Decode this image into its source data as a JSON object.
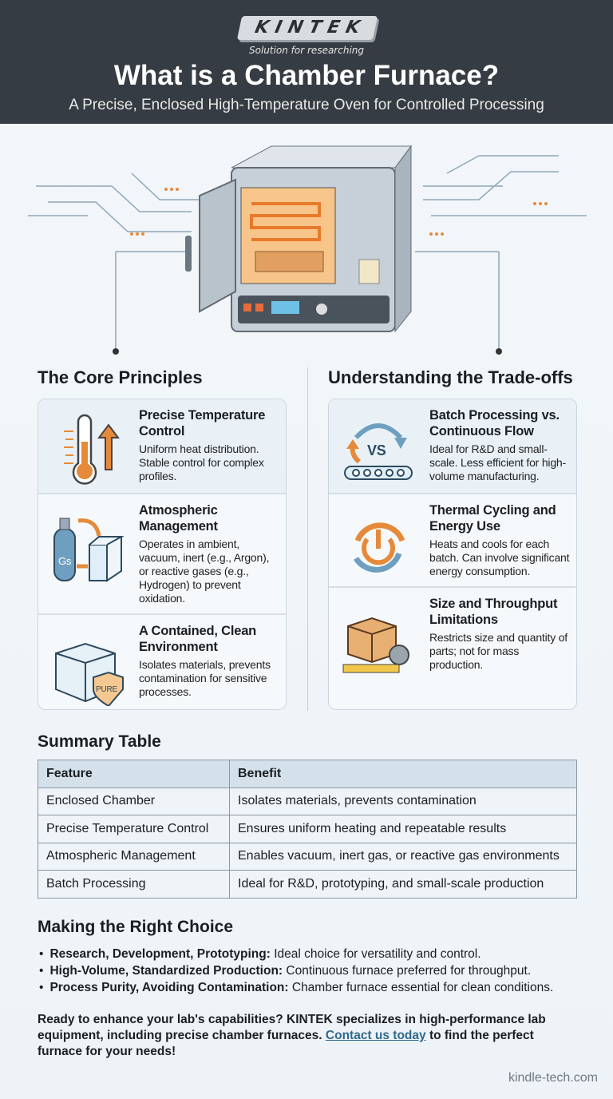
{
  "header": {
    "logo": "KINTEK",
    "tagline": "Solution for researching",
    "title": "What is a Chamber Furnace?",
    "subtitle": "A Precise, Enclosed High-Temperature Oven for Controlled Processing"
  },
  "principles": {
    "heading": "The Core Principles",
    "items": [
      {
        "icon": "thermometer-icon",
        "title": "Precise Temperature Control",
        "text": "Uniform heat distribution. Stable control for complex profiles."
      },
      {
        "icon": "gas-cylinder-icon",
        "title": "Atmospheric Management",
        "text": "Operates in ambient, vacuum, inert (e.g., Argon), or reactive gases (e.g., Hydrogen) to prevent oxidation.",
        "icon_label": "Gs"
      },
      {
        "icon": "pure-box-icon",
        "title": "A Contained, Clean Environment",
        "text": "Isolates materials, prevents contamination for sensitive processes.",
        "icon_label": "PURE"
      }
    ]
  },
  "tradeoffs": {
    "heading": "Understanding the Trade-offs",
    "items": [
      {
        "icon": "batch-vs-conveyor-icon",
        "title": "Batch Processing vs. Continuous Flow",
        "text": "Ideal for R&D and small-scale. Less efficient for high-volume manufacturing.",
        "icon_label": "VS"
      },
      {
        "icon": "power-cycle-icon",
        "title": "Thermal Cycling and Energy Use",
        "text": "Heats and cools for each batch. Can involve significant energy consumption."
      },
      {
        "icon": "box-measure-icon",
        "title": "Size and Throughput Limitations",
        "text": "Restricts size and quantity of parts; not for mass production."
      }
    ]
  },
  "summary": {
    "heading": "Summary Table",
    "columns": [
      "Feature",
      "Benefit"
    ],
    "rows": [
      [
        "Enclosed Chamber",
        "Isolates materials, prevents contamination"
      ],
      [
        "Precise Temperature Control",
        "Ensures uniform heating and repeatable results"
      ],
      [
        "Atmospheric Management",
        "Enables vacuum, inert gas, or reactive gas environments"
      ],
      [
        "Batch Processing",
        "Ideal for R&D, prototyping, and small-scale production"
      ]
    ]
  },
  "choice": {
    "heading": "Making the Right Choice",
    "items": [
      {
        "bold": "Research, Development, Prototyping:",
        "text": " Ideal choice for versatility and control."
      },
      {
        "bold": "High-Volume, Standardized Production:",
        "text": " Continuous furnace preferred for throughput."
      },
      {
        "bold": "Process Purity, Avoiding Contamination:",
        "text": " Chamber furnace essential for clean conditions."
      }
    ]
  },
  "cta": {
    "before": "Ready to enhance your lab's capabilities? KINTEK specializes in high-performance lab equipment, including precise chamber furnaces. ",
    "link": "Contact us today",
    "after": " to find the perfect furnace for your needs!"
  },
  "footer": "kindle-tech.com",
  "colors": {
    "header_bg": "#363c43",
    "accent_orange": "#e58a3a",
    "accent_blue": "#6e9fc0",
    "link": "#2e6a8e"
  }
}
